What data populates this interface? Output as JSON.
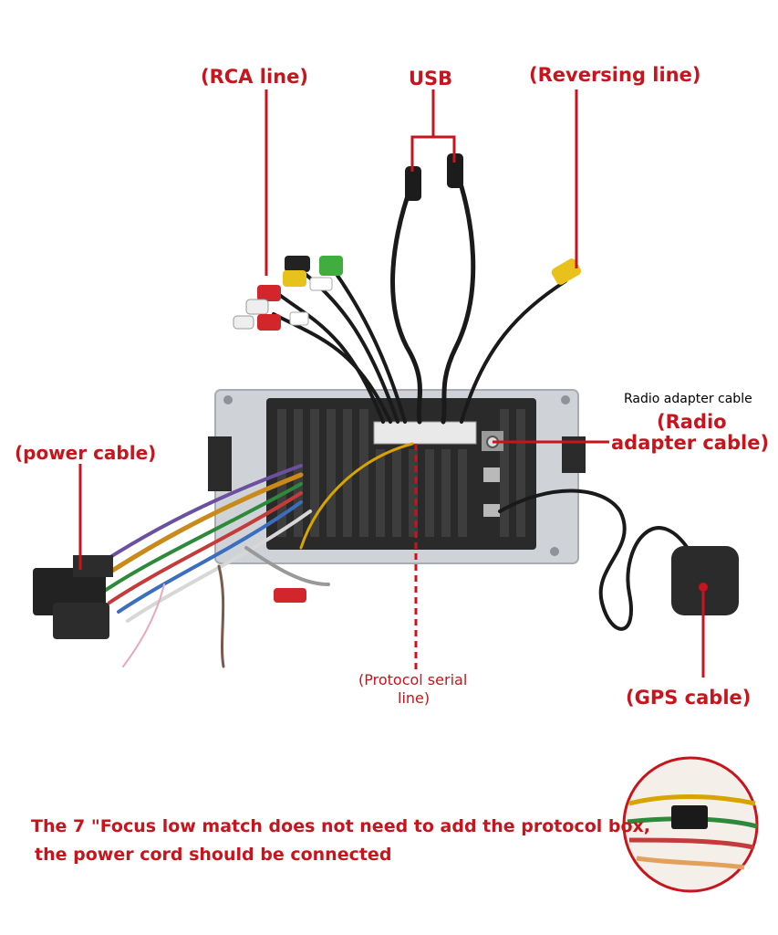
{
  "labels": {
    "rca": "(RCA line)",
    "usb": "USB",
    "reversing": "(Reversing line)",
    "radio_adapter_black": "Radio adapter cable",
    "radio_adapter_red_1": "(Radio",
    "radio_adapter_red_2": "adapter cable)",
    "power": "(power cable)",
    "protocol_1": "(Protocol serial",
    "protocol_2": "line)",
    "gps": "(GPS cable)"
  },
  "note": {
    "line1": "The 7 \"Focus low match does not need to add the protocol box,",
    "line2": "the power cord should be connected"
  },
  "colors": {
    "label_red": "#c8141c",
    "chassis": "#2a2a2a",
    "bracket": "#cfd2d6"
  }
}
